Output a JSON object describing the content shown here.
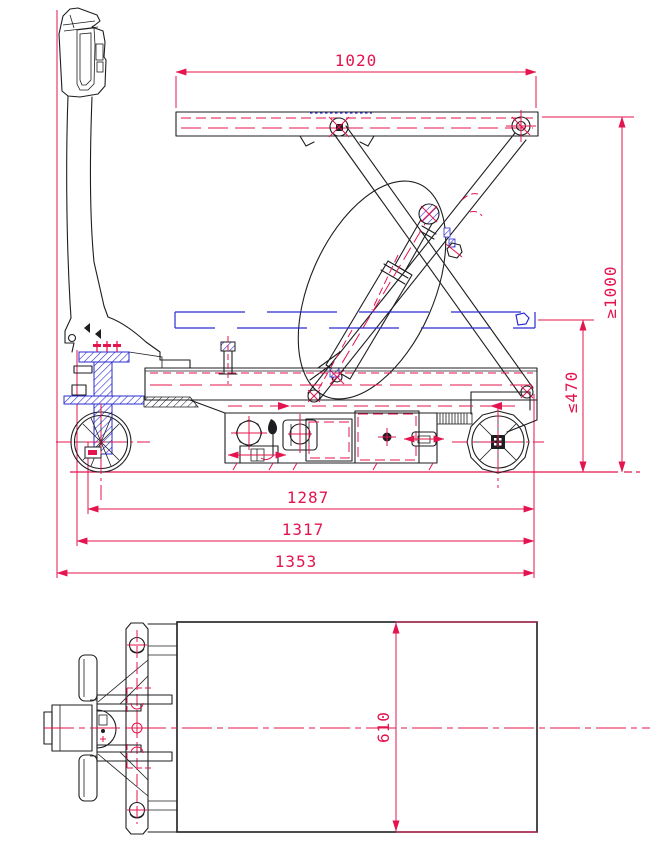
{
  "drawing": {
    "kind": "engineering-drawing",
    "colors": {
      "object_line": "#1e1e22",
      "dimension_line": "#e4144e",
      "section_hatch": "#2b2bd0",
      "background": "#ffffff"
    },
    "side_view": {
      "dims": {
        "platform_length": "1020",
        "lift_height": "≥1000",
        "lowered_height": "≤470",
        "length_inner": "1287",
        "length_mid": "1317",
        "length_overall": "1353"
      }
    },
    "plan_view": {
      "dims": {
        "platform_width": "610"
      }
    }
  }
}
